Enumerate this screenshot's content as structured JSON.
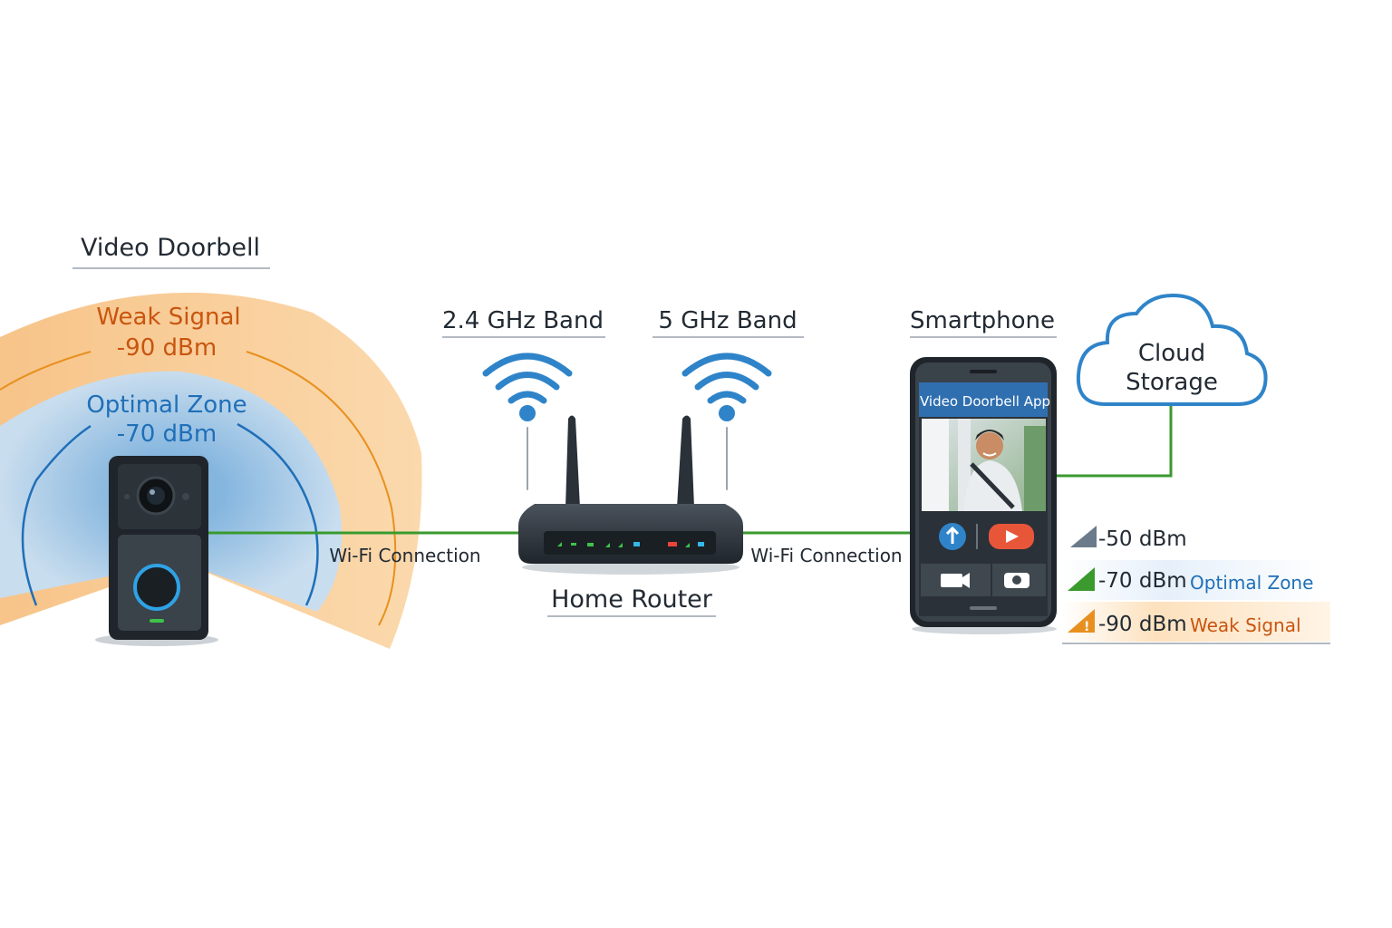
{
  "colors": {
    "weak": "#f0a347",
    "weak_text": "#c8550f",
    "optimal": "#a9cdeb",
    "optimal_text": "#1f6fb8",
    "link": "#3a9a2e",
    "wifi": "#2f84c9",
    "device_dark": "#2b3138",
    "label_text": "#222a33",
    "app_bar": "#2f6fb0"
  },
  "doorbell": {
    "title": "Video Doorbell",
    "weak_label": "Weak Signal",
    "weak_value": "-90 dBm",
    "optimal_label": "Optimal Zone",
    "optimal_value": "-70 dBm",
    "icons": [
      "camera-lens-icon",
      "doorbell-button-icon",
      "status-led-icon"
    ]
  },
  "router": {
    "title": "Home Router",
    "band_24": "2.4 GHz Band",
    "band_5": "5 GHz Band",
    "icons": [
      "wifi-icon",
      "antenna-icon"
    ]
  },
  "links": {
    "left": "Wi-Fi Connection",
    "right": "Wi-Fi Connection"
  },
  "phone": {
    "title": "Smartphone",
    "app_title": "Video Doorbell App",
    "icons": [
      "upload-icon",
      "play-icon",
      "video-camera-icon",
      "camera-icon"
    ]
  },
  "cloud": {
    "line1": "Cloud",
    "line2": "Storage"
  },
  "legend": [
    {
      "value": "-50 dBm",
      "label": "",
      "icon": "signal-strong-icon"
    },
    {
      "value": "-70 dBm",
      "label": "Optimal Zone",
      "icon": "signal-medium-icon"
    },
    {
      "value": "-90 dBm",
      "label": "Weak Signal",
      "icon": "signal-weak-warning-icon"
    }
  ]
}
